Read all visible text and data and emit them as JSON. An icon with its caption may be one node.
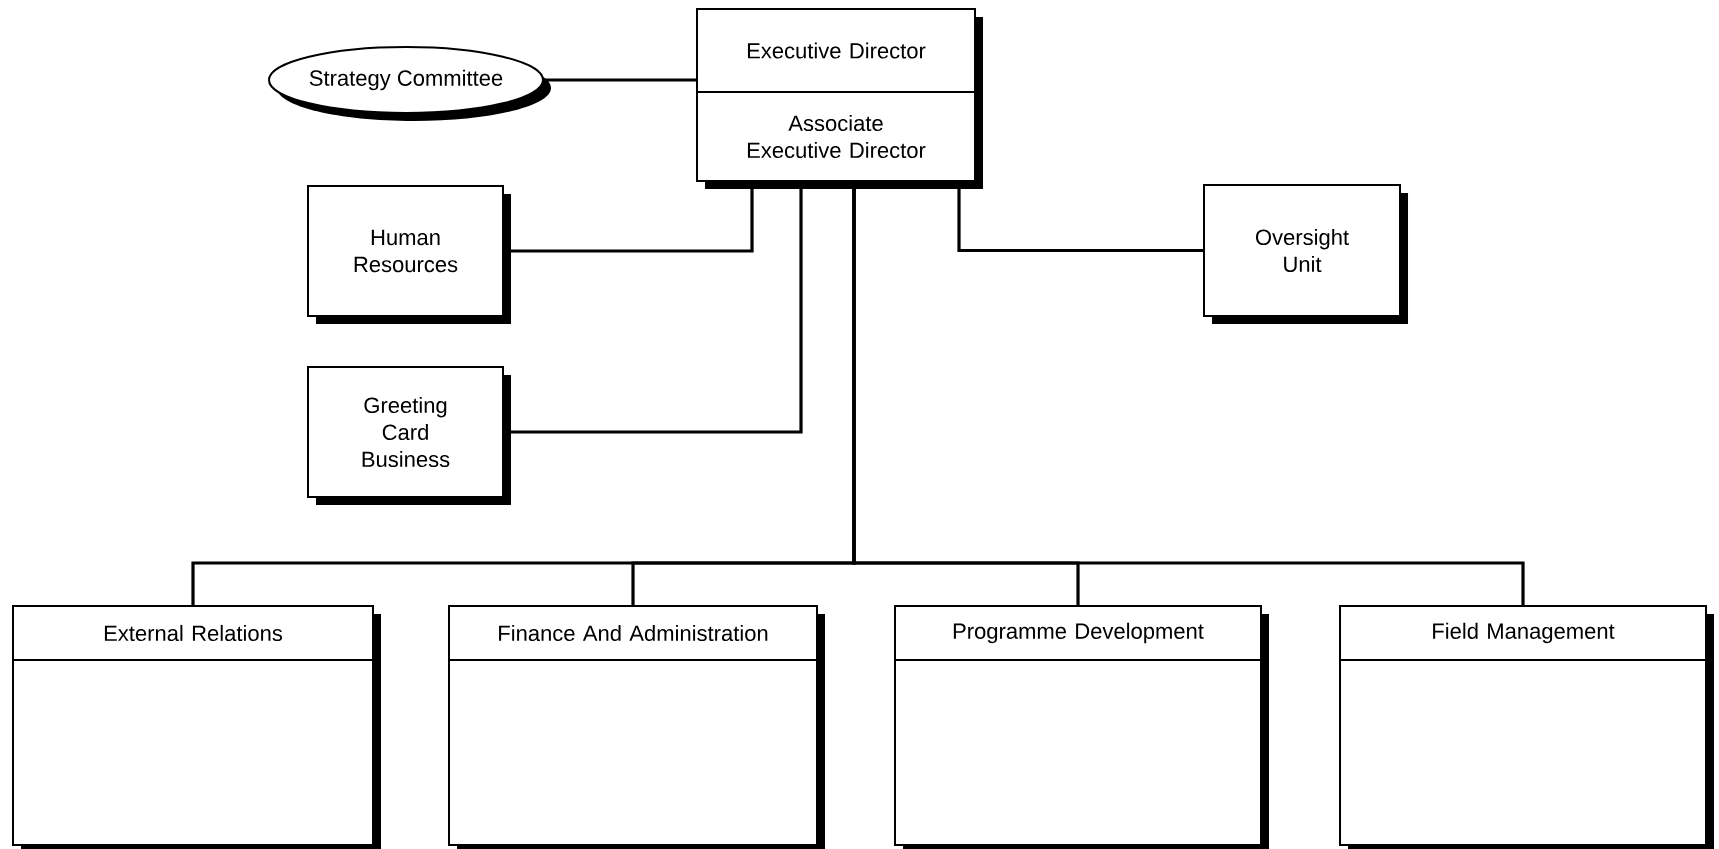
{
  "diagram": {
    "nodes": [
      {
        "text": [
          "Executive Director",
          "Associate Executive Director"
        ]
      },
      {
        "text": [
          "Strategy Committee"
        ]
      },
      {
        "text": [
          "Human Resources"
        ]
      },
      {
        "text": [
          "Greeting Card Business"
        ]
      },
      {
        "text": [
          "Oversight Unit"
        ]
      },
      {
        "text": [
          "External Relations"
        ]
      },
      {
        "text": [
          "Finance And Administration"
        ]
      },
      {
        "text": [
          "Programme Development"
        ]
      },
      {
        "text": [
          "Field Management"
        ]
      }
    ],
    "edges": [
      {
        "from": 1,
        "to": 0,
        "arrow": "none"
      },
      {
        "from": 0,
        "to": 2,
        "arrow": "none"
      },
      {
        "from": 0,
        "to": 3,
        "arrow": "none"
      },
      {
        "from": 0,
        "to": 4,
        "arrow": "none"
      },
      {
        "from": 0,
        "to": 5,
        "arrow": "none"
      },
      {
        "from": 0,
        "to": 6,
        "arrow": "none"
      },
      {
        "from": 0,
        "to": 7,
        "arrow": "none"
      },
      {
        "from": 0,
        "to": 8,
        "arrow": "none"
      }
    ]
  }
}
